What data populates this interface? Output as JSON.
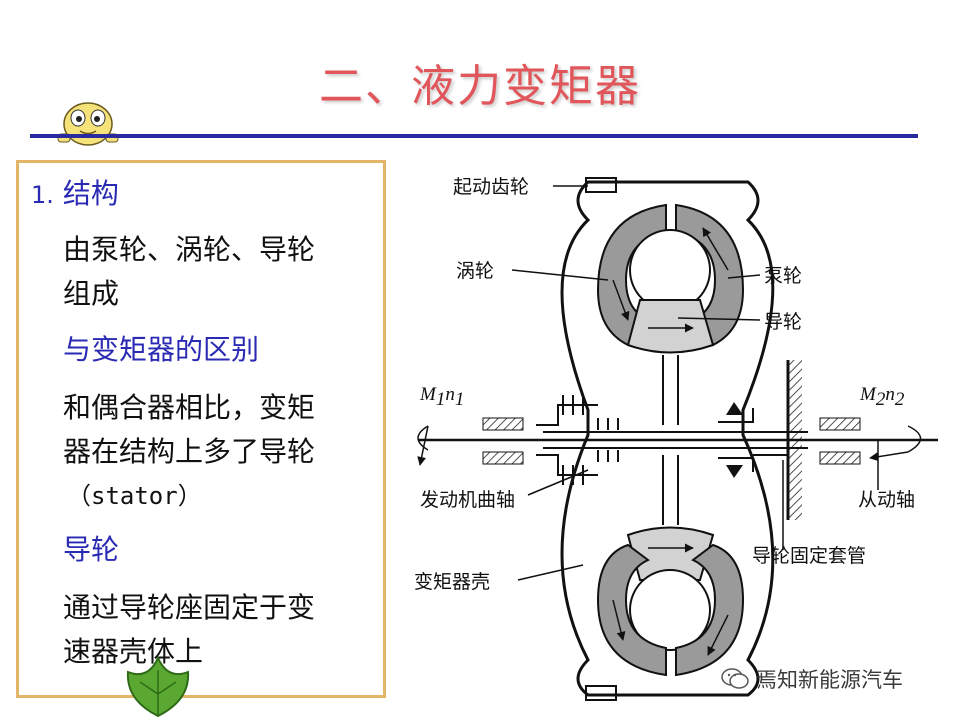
{
  "slide": {
    "title": "二、液力变矩器"
  },
  "text_panel": {
    "heading_number": "1.",
    "heading": "结构",
    "line1": "由泵轮、涡轮、导轮",
    "line2": "组成",
    "subheading1": "与变矩器的区别",
    "line3": "和偶合器相比，变矩",
    "line4": "器在结构上多了导轮",
    "line5": "（stator）",
    "subheading2": "导轮",
    "line6": "通过导轮座固定于变",
    "line7": "速器壳体上"
  },
  "diagram": {
    "labels": {
      "starter_gear": "起动齿轮",
      "turbine": "涡轮",
      "pump": "泵轮",
      "stator": "导轮",
      "m1": "M",
      "m1_sub": "1",
      "n1": "n",
      "n1_sub": "1",
      "m2": "M",
      "m2_sub": "2",
      "n2": "n",
      "n2_sub": "2",
      "crankshaft": "发动机曲轴",
      "driven_shaft": "从动轴",
      "stator_sleeve": "导轮固定套管",
      "housing": "变矩器壳"
    }
  },
  "watermark": {
    "text": "焉知新能源汽车"
  }
}
